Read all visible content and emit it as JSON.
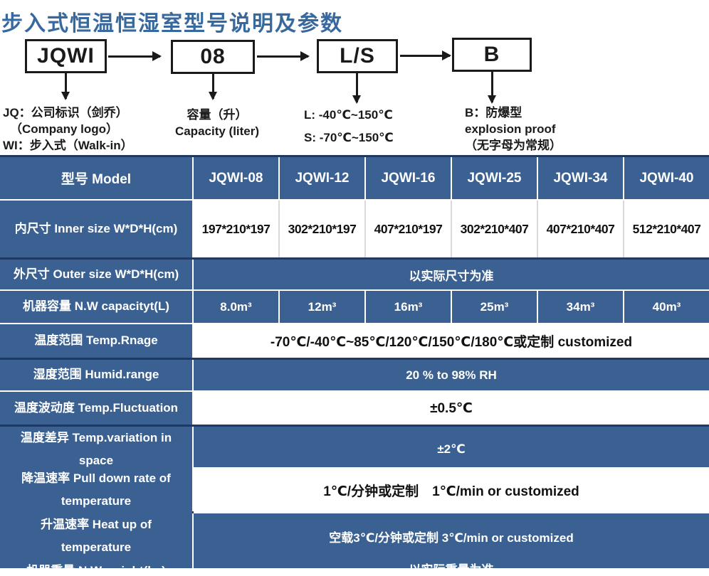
{
  "title": "步入式恒温恒湿室型号说明及参数",
  "diagram": {
    "boxes": {
      "b1": "JQWI",
      "b2": "08",
      "b3": "L/S",
      "b4": "B"
    },
    "notes": {
      "jq_line1": "JQ：公司标识（剑乔）",
      "jq_line2": "（Company logo）",
      "jq_line3": "WI：步入式（Walk-in）",
      "cap_line1": "容量（升）",
      "cap_line2": "Capacity (liter)",
      "ls_line1": "L: -40℃~150℃",
      "ls_line2": "S: -70℃~150℃",
      "b_line1": "B：防爆型",
      "b_line2": "explosion proof",
      "b_line3": "（无字母为常规）"
    }
  },
  "table": {
    "header": {
      "label": "型号 Model",
      "models": [
        "JQWI-08",
        "JQWI-12",
        "JQWI-16",
        "JQWI-25",
        "JQWI-34",
        "JQWI-40"
      ]
    },
    "rows": {
      "inner": {
        "label": "内尺寸 Inner size W*D*H(cm)",
        "values": [
          "197*210*197",
          "302*210*197",
          "407*210*197",
          "302*210*407",
          "407*210*407",
          "512*210*407"
        ]
      },
      "outer": {
        "label": "外尺寸 Outer size W*D*H(cm)",
        "value": "以实际尺寸为准"
      },
      "capacity": {
        "label": "机器容量 N.W capacityt(L)",
        "values": [
          "8.0m³",
          "12m³",
          "16m³",
          "25m³",
          "34m³",
          "40m³"
        ]
      },
      "temp_range": {
        "label": "温度范围 Temp.Rnage",
        "value": "-70℃/-40℃~85℃/120℃/150℃/180℃或定制 customized"
      },
      "humidity": {
        "label": "湿度范围 Humid.range",
        "value": "20 % to 98% RH"
      },
      "fluctuation": {
        "label": "温度波动度 Temp.Fluctuation",
        "value": "±0.5℃"
      },
      "variation": {
        "label": "温度差异 Temp.variation in space",
        "value": "±2℃"
      },
      "pulldown": {
        "label": "降温速率 Pull down rate of temperature",
        "value": "1℃/分钟或定制　1℃/min or customized"
      },
      "heatup": {
        "label": "升温速率 Heat up of temperature",
        "value": "空载3℃/分钟或定制 3℃/min or customized"
      },
      "weight": {
        "label": "机器重量 N.W weight(kg)",
        "value": "以实际重量为准"
      }
    }
  },
  "colors": {
    "cell_blue": "#3a6191",
    "navy_border": "#1f3864",
    "title_blue": "#38699e"
  }
}
